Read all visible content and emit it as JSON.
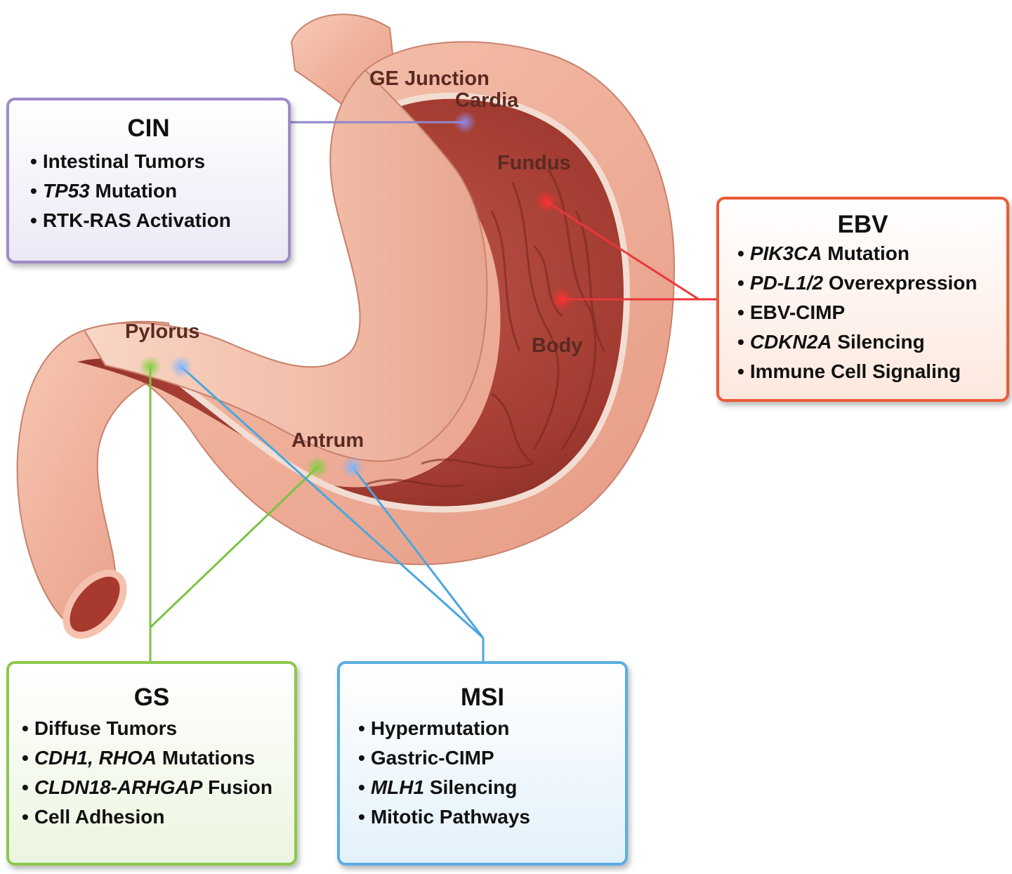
{
  "regions": {
    "ge_junction": "GE Junction",
    "cardia": "Cardia",
    "fundus": "Fundus",
    "body": "Body",
    "pylorus": "Pylorus",
    "antrum": "Antrum"
  },
  "cin": {
    "title": "CIN",
    "items": [
      {
        "italic": "",
        "text": "Intestinal Tumors"
      },
      {
        "italic": "TP53",
        "text": " Mutation"
      },
      {
        "italic": "",
        "text": "RTK-RAS Activation"
      }
    ]
  },
  "ebv": {
    "title": "EBV",
    "items": [
      {
        "italic": "PIK3CA",
        "text": " Mutation"
      },
      {
        "italic": "PD-L1/2",
        "text": " Overexpression"
      },
      {
        "italic": "",
        "text": "EBV-CIMP"
      },
      {
        "italic": "CDKN2A",
        "text": " Silencing"
      },
      {
        "italic": "",
        "text": "Immune Cell Signaling"
      }
    ]
  },
  "gs": {
    "title": "GS",
    "items": [
      {
        "italic": "",
        "text": "Diffuse Tumors"
      },
      {
        "italic": "CDH1, RHOA",
        "text": " Mutations"
      },
      {
        "italic": "CLDN18-ARHGAP",
        "text": " Fusion"
      },
      {
        "italic": "",
        "text": "Cell Adhesion"
      }
    ]
  },
  "msi": {
    "title": "MSI",
    "items": [
      {
        "italic": "",
        "text": "Hypermutation"
      },
      {
        "italic": "",
        "text": "Gastric-CIMP"
      },
      {
        "italic": "MLH1",
        "text": " Silencing"
      },
      {
        "italic": "",
        "text": "Mitotic Pathways"
      }
    ]
  },
  "colors": {
    "cin": "#8f85cc",
    "ebv": "#e8383a",
    "gs": "#7cc242",
    "msi": "#4aa7df",
    "tissue_outer": "#f2b8a2",
    "tissue_inner": "#a8392f"
  }
}
